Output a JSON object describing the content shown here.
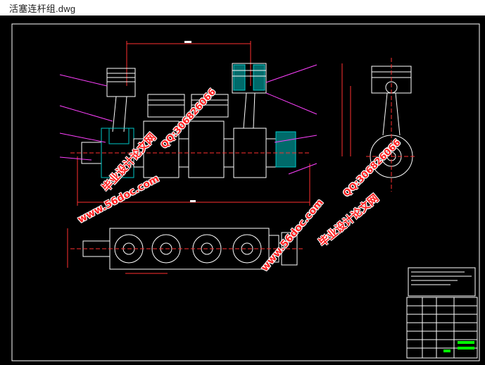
{
  "window": {
    "title": "活塞连杆组.dwg"
  },
  "watermarks": [
    {
      "id": "wm-1",
      "text": "毕业设计论文网"
    },
    {
      "id": "wm-2",
      "text": "www.56doc.com"
    },
    {
      "id": "wm-3",
      "text": "QQ:306826066"
    },
    {
      "id": "wm-4",
      "text": "www.56doc.com"
    },
    {
      "id": "wm-5",
      "text": "毕业设计论文网"
    },
    {
      "id": "wm-6",
      "text": "QQ:306826066"
    }
  ],
  "colors": {
    "background": "#000000",
    "frame": "#ffffff",
    "dimension": "#ff3030",
    "leader": "#ff40ff",
    "section": "#00c8c8",
    "accent": "#00ff00",
    "watermark": "#ff2020"
  }
}
